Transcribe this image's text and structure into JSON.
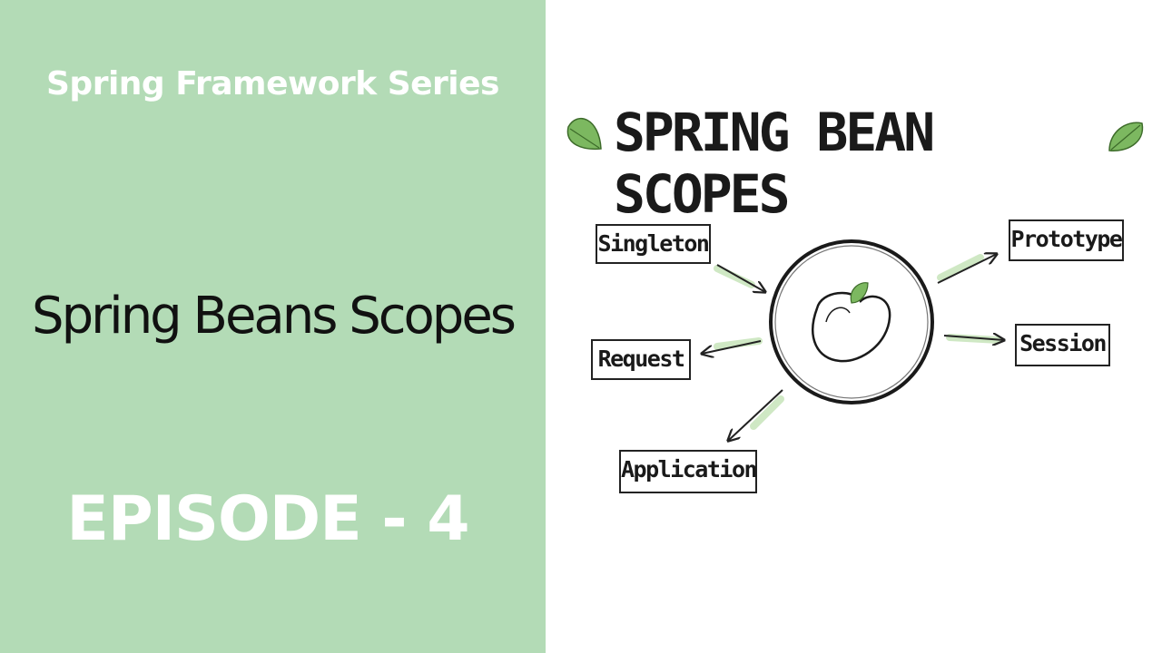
{
  "thumbnail": {
    "series_title": "Spring Framework Series",
    "main_title": "Spring Beans Scopes",
    "episode": "EPISODE - 4"
  },
  "diagram": {
    "title": "SPRING BEAN SCOPES",
    "center_icon": "bean-icon",
    "scopes": [
      "Singleton",
      "Prototype",
      "Request",
      "Session",
      "Application"
    ]
  },
  "colors": {
    "left_background": "#b3dbb6",
    "leaf_green": "#7cb860",
    "ink": "#1a1a1a"
  }
}
